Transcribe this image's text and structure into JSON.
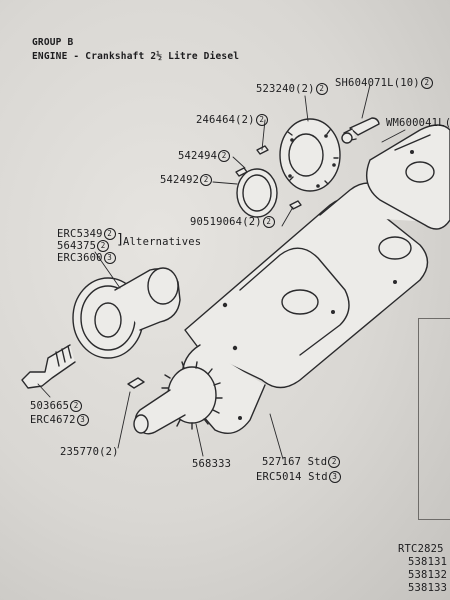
{
  "header": {
    "group": "GROUP B",
    "title": "ENGINE - Crankshaft 2½ Litre Diesel"
  },
  "callouts": [
    {
      "id": "p523240",
      "part": "523240",
      "qty": "(2)",
      "ref": "2"
    },
    {
      "id": "pSH604071L",
      "part": "SH604071L",
      "qty": "(10)",
      "ref": "2"
    },
    {
      "id": "p246464",
      "part": "246464",
      "qty": "(2)",
      "ref": "2"
    },
    {
      "id": "pWM600041L",
      "part": "WM600041L",
      "qty": "(",
      "ref": ""
    },
    {
      "id": "p542494",
      "part": "542494",
      "qty": "",
      "ref": "2"
    },
    {
      "id": "p542492",
      "part": "542492",
      "qty": "",
      "ref": "2"
    },
    {
      "id": "p90519064",
      "part": "90519064",
      "qty": "(2)",
      "ref": "2"
    },
    {
      "id": "pERC5349",
      "part": "ERC5349",
      "qty": "",
      "ref": "2"
    },
    {
      "id": "p564375",
      "part": "564375",
      "qty": "",
      "ref": "2"
    },
    {
      "id": "pERC3600",
      "part": "ERC3600",
      "qty": "",
      "ref": "3"
    },
    {
      "id": "p503665",
      "part": "503665",
      "qty": "",
      "ref": "2"
    },
    {
      "id": "pERC4672",
      "part": "ERC4672",
      "qty": "",
      "ref": "3"
    },
    {
      "id": "p235770",
      "part": "235770",
      "qty": "(2)",
      "ref": ""
    },
    {
      "id": "p568333",
      "part": "568333",
      "qty": "",
      "ref": ""
    },
    {
      "id": "p527167",
      "part": "527167 Std",
      "qty": "",
      "ref": "2"
    },
    {
      "id": "pERC5014",
      "part": "ERC5014 Std",
      "qty": "",
      "ref": "3"
    }
  ],
  "alternatives_label": "Alternatives",
  "side_refs": [
    "RTC2825",
    "538131",
    "538132",
    "538133"
  ]
}
